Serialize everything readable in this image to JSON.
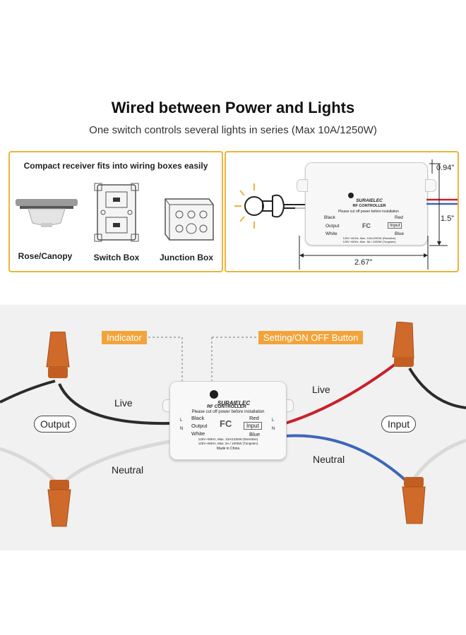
{
  "header": {
    "title": "Wired between Power and Lights",
    "subtitle": "One switch controls several lights in series (Max 10A/1250W)"
  },
  "left_panel": {
    "heading": "Compact receiver fits into wiring boxes easily",
    "items": [
      {
        "label": "Rose/Canopy",
        "icon": "rose-canopy-icon"
      },
      {
        "label": "Switch Box",
        "icon": "switch-box-icon"
      },
      {
        "label": "Junction Box",
        "icon": "junction-box-icon"
      }
    ]
  },
  "right_panel": {
    "dim_height_small": "0.94\"",
    "dim_height": "1.5\"",
    "dim_width": "2.67\""
  },
  "device": {
    "brand": "SURAIELEC",
    "model": "RF CONTROLLER",
    "warning": "Please cut off power before installation",
    "black": "Black",
    "output": "Output",
    "white": "White",
    "red": "Red",
    "input": "Input",
    "blue": "Blue",
    "spec1": "125V~/60Hz, Max. 10A/1250W (Resistive)",
    "spec2": "125V~/60Hz, Max. 5A / 1000W (Tungsten)",
    "made": "Made in China",
    "l": "L",
    "n": "N",
    "fc": "FC"
  },
  "wiring": {
    "callout_indicator": "Indicator",
    "callout_button": "Setting/ON OFF Button",
    "live_left": "Live",
    "neutral_left": "Neutral",
    "live_right": "Live",
    "neutral_right": "Neutral",
    "output_pill": "Output",
    "input_pill": "Input"
  },
  "colors": {
    "accent": "#f0b23b",
    "callout": "#f2a43a",
    "wire_red": "#c8202a",
    "wire_blue": "#3d66b8",
    "wire_black": "#2b2b2b",
    "wire_nut": "#d06a2a"
  }
}
